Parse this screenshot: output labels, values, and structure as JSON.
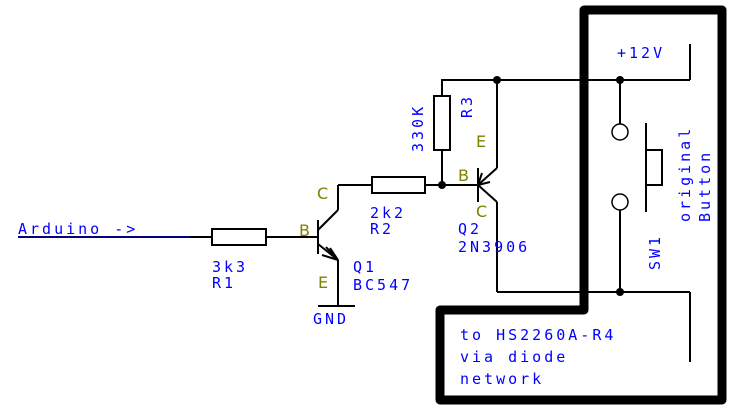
{
  "colors": {
    "label": "#0000ff",
    "pin_label": "#808000",
    "wire": "#000000",
    "background": "#ffffff"
  },
  "net_labels": {
    "arduino": "Arduino ->",
    "gnd": "GND",
    "vcc": "+12V",
    "output_line1": "to HS2260A-R4",
    "output_line2": "via diode",
    "output_line3": "network",
    "button_line1": "original",
    "button_line2": "Button"
  },
  "components": {
    "r1": {
      "ref": "R1",
      "value": "3k3"
    },
    "r2": {
      "ref": "R2",
      "value": "2k2"
    },
    "r3": {
      "ref": "R3",
      "value": "330K"
    },
    "q1": {
      "ref": "Q1",
      "value": "BC547",
      "pins": {
        "b": "B",
        "c": "C",
        "e": "E"
      }
    },
    "q2": {
      "ref": "Q2",
      "value": "2N3906",
      "pins": {
        "b": "B",
        "c": "C",
        "e": "E"
      }
    },
    "sw1": {
      "ref": "SW1"
    }
  }
}
